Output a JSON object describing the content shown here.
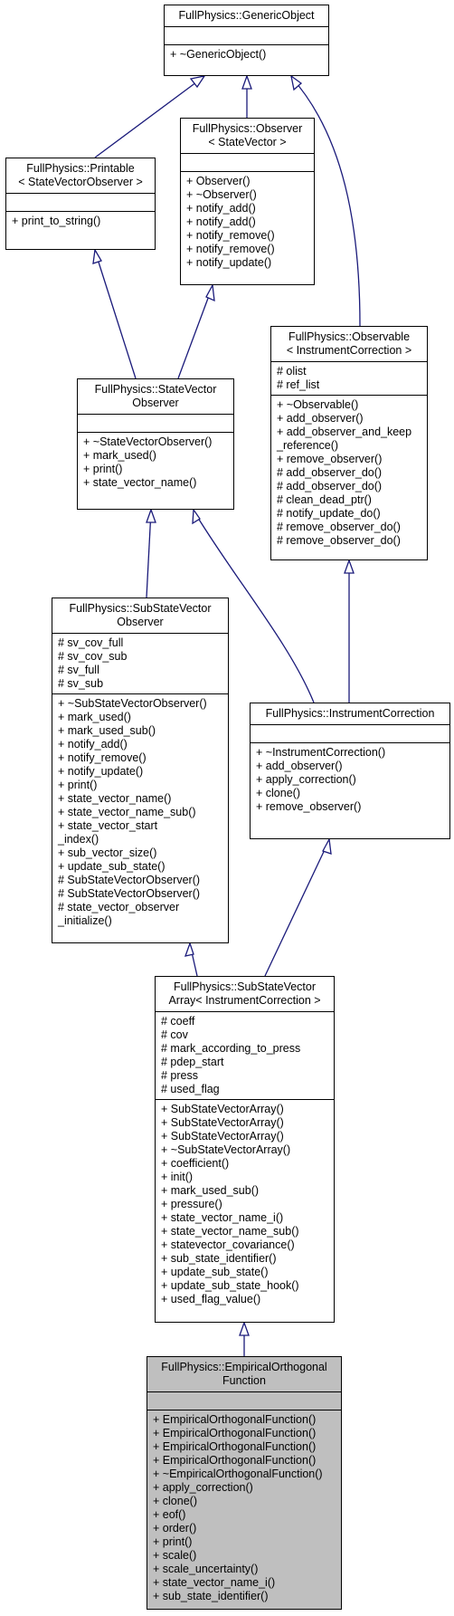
{
  "classes": {
    "generic": {
      "title": [
        "FullPhysics::GenericObject"
      ],
      "attrs": [],
      "methods": [
        "+ ~GenericObject()"
      ]
    },
    "observer_sv": {
      "title": [
        "FullPhysics::Observer",
        "< StateVector >"
      ],
      "attrs": [],
      "methods": [
        "+ Observer()",
        "+ ~Observer()",
        "+ notify_add()",
        "+ notify_add()",
        "+ notify_remove()",
        "+ notify_remove()",
        "+ notify_update()"
      ]
    },
    "printable": {
      "title": [
        "FullPhysics::Printable",
        "< StateVectorObserver >"
      ],
      "attrs": [],
      "methods": [
        "+ print_to_string()"
      ]
    },
    "observable": {
      "title": [
        "FullPhysics::Observable",
        "< InstrumentCorrection >"
      ],
      "attrs": [
        "# olist",
        "# ref_list"
      ],
      "methods": [
        "+ ~Observable()",
        "+ add_observer()",
        "+ add_observer_and_keep",
        "_reference()",
        "+ remove_observer()",
        "# add_observer_do()",
        "# add_observer_do()",
        "# clean_dead_ptr()",
        "# notify_update_do()",
        "# remove_observer_do()",
        "# remove_observer_do()"
      ]
    },
    "svobserver": {
      "title": [
        "FullPhysics::StateVector",
        "Observer"
      ],
      "attrs": [],
      "methods": [
        "+ ~StateVectorObserver()",
        "+ mark_used()",
        "+ print()",
        "+ state_vector_name()"
      ]
    },
    "subsvobserver": {
      "title": [
        "FullPhysics::SubStateVector",
        "Observer"
      ],
      "attrs": [
        "# sv_cov_full",
        "# sv_cov_sub",
        "# sv_full",
        "# sv_sub"
      ],
      "methods": [
        "+ ~SubStateVectorObserver()",
        "+ mark_used()",
        "+ mark_used_sub()",
        "+ notify_add()",
        "+ notify_remove()",
        "+ notify_update()",
        "+ print()",
        "+ state_vector_name()",
        "+ state_vector_name_sub()",
        "+ state_vector_start",
        "_index()",
        "+ sub_vector_size()",
        "+ update_sub_state()",
        "# SubStateVectorObserver()",
        "# SubStateVectorObserver()",
        "# state_vector_observer",
        "_initialize()"
      ]
    },
    "instcorr": {
      "title": [
        "FullPhysics::InstrumentCorrection"
      ],
      "attrs": [],
      "methods": [
        "+ ~InstrumentCorrection()",
        "+ add_observer()",
        "+ apply_correction()",
        "+ clone()",
        "+ remove_observer()"
      ]
    },
    "subsvarray": {
      "title": [
        "FullPhysics::SubStateVector",
        "Array< InstrumentCorrection >"
      ],
      "attrs": [
        "# coeff",
        "# cov",
        "# mark_according_to_press",
        "# pdep_start",
        "# press",
        "# used_flag"
      ],
      "methods": [
        "+ SubStateVectorArray()",
        "+ SubStateVectorArray()",
        "+ SubStateVectorArray()",
        "+ ~SubStateVectorArray()",
        "+ coefficient()",
        "+ init()",
        "+ mark_used_sub()",
        "+ pressure()",
        "+ state_vector_name_i()",
        "+ state_vector_name_sub()",
        "+ statevector_covariance()",
        "+ sub_state_identifier()",
        "+ update_sub_state()",
        "+ update_sub_state_hook()",
        "+ used_flag_value()"
      ]
    },
    "eof": {
      "title": [
        "FullPhysics::EmpiricalOrthogonal",
        "Function"
      ],
      "attrs": [],
      "methods": [
        "+ EmpiricalOrthogonalFunction()",
        "+ EmpiricalOrthogonalFunction()",
        "+ EmpiricalOrthogonalFunction()",
        "+ EmpiricalOrthogonalFunction()",
        "+ ~EmpiricalOrthogonalFunction()",
        "+ apply_correction()",
        "+ clone()",
        "+ eof()",
        "+ order()",
        "+ print()",
        "+ scale()",
        "+ scale_uncertainty()",
        "+ state_vector_name_i()",
        "+ sub_state_identifier()"
      ]
    }
  },
  "colors": {
    "edge": "#1a1a7a",
    "highlight": "#bfbfbf",
    "border": "#000000"
  }
}
